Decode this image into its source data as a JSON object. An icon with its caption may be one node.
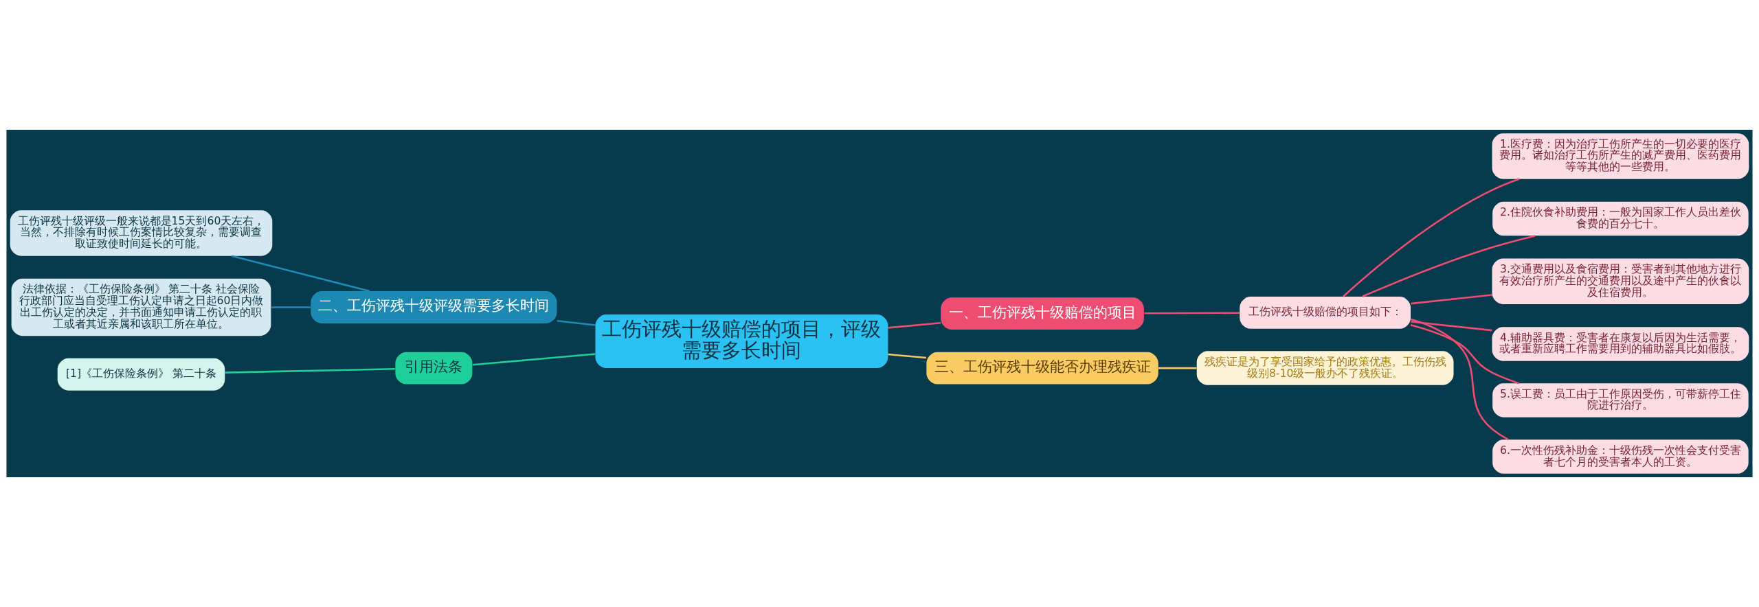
{
  "diagram": {
    "nodes": [
      {
        "text": [
          "工伤评残十级赔偿的项目，评级需要多长时间"
        ]
      },
      {
        "text": [
          "一、工伤评残十级赔偿的项目"
        ]
      },
      {
        "text": [
          "工伤评残十级赔偿的项目如下："
        ]
      },
      {
        "text": [
          "1.医疗费：因为治疗工伤所产生的一切必要的医疗费用。诸如治疗工伤所产生的减产费用、医药费用等等其他的一些费用。"
        ]
      },
      {
        "text": [
          "2.住院伙食补助费用：一般为国家工作人员出差伙食费的百分七十。"
        ]
      },
      {
        "text": [
          "3.交通费用以及食宿费用：受害者到其他地方进行有效治疗所产生的交通费用以及途中产生的伙食以及住宿费用。"
        ]
      },
      {
        "text": [
          "4.辅助器具费：受害者在康复以后因为生活需要，或者重新应聘工作需要用到的辅助器具比如假肢。"
        ]
      },
      {
        "text": [
          "5.误工费：员工由于工作原因受伤，可带薪停工住院进行治疗。"
        ]
      },
      {
        "text": [
          "6.一次性伤残补助金：十级伤残一次性会支付受害者七个月的受害者本人的工资。"
        ]
      },
      {
        "text": [
          "三、工伤评残十级能否办理残疾证"
        ]
      },
      {
        "text": [
          "残疾证是为了享受国家给予的政策优惠。工伤伤残级别8-10级一般办不了残疾证。"
        ]
      },
      {
        "text": [
          "二、工伤评残十级评级需要多长时间"
        ]
      },
      {
        "text": [
          "工伤评残十级评级一般来说都是15天到60天左右，当然，不排除有时候工伤案情比较复杂，需要调查取证致使时间延长的可能。"
        ]
      },
      {
        "text": [
          "法律依据：《工伤保险条例》 第二十条 社会保险行政部门应当自受理工伤认定申请之日起60日内做出工伤认定的决定，并书面通知申请工伤认定的职工或者其近亲属和该职工所在单位。"
        ]
      },
      {
        "text": [
          "引用法条"
        ]
      },
      {
        "text": [
          "[1]《工伤保险条例》 第二十条"
        ]
      }
    ],
    "edges": [
      {
        "from": 0,
        "to": 1,
        "arrow": "none"
      },
      {
        "from": 1,
        "to": 2,
        "arrow": "none"
      },
      {
        "from": 2,
        "to": 3,
        "arrow": "none"
      },
      {
        "from": 2,
        "to": 4,
        "arrow": "none"
      },
      {
        "from": 2,
        "to": 5,
        "arrow": "none"
      },
      {
        "from": 2,
        "to": 6,
        "arrow": "none"
      },
      {
        "from": 2,
        "to": 7,
        "arrow": "none"
      },
      {
        "from": 2,
        "to": 8,
        "arrow": "none"
      },
      {
        "from": 0,
        "to": 9,
        "arrow": "none",
        "color": "#f5c95c"
      },
      {
        "from": 9,
        "to": 10,
        "arrow": "none",
        "color": "#f5c95c"
      },
      {
        "from": 0,
        "to": 11,
        "arrow": "none",
        "color": "#1d8cb5"
      },
      {
        "from": 11,
        "to": 12,
        "arrow": "none",
        "color": "#1d8cb5"
      },
      {
        "from": 11,
        "to": 13,
        "arrow": "none",
        "color": "#1d8cb5"
      },
      {
        "from": 0,
        "to": 14,
        "arrow": "none",
        "color": "#1ecf9a"
      },
      {
        "from": 14,
        "to": 15,
        "arrow": "none",
        "color": "#1ecf9a"
      }
    ]
  }
}
